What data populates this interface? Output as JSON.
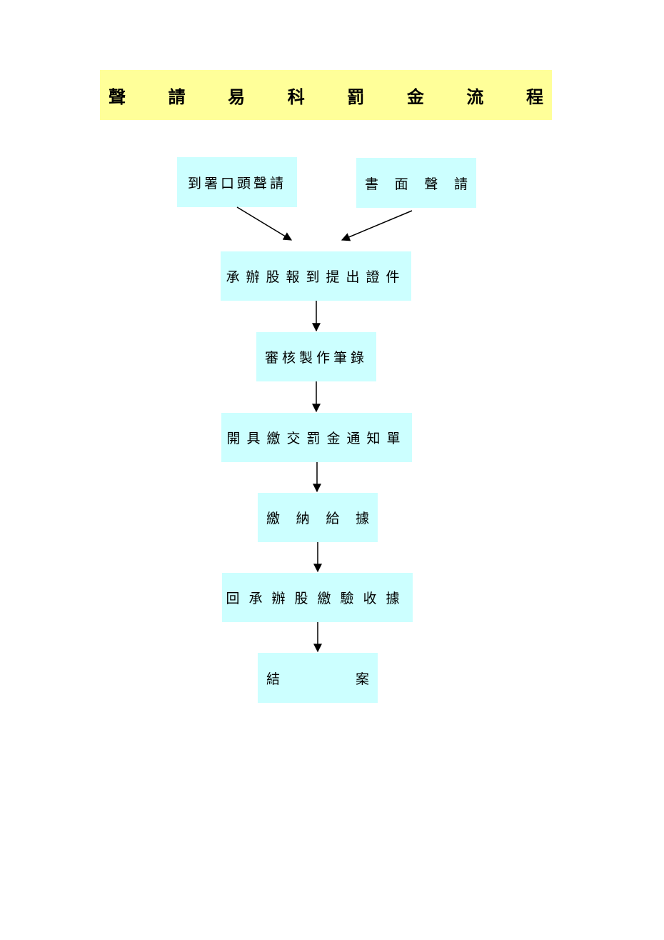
{
  "title": [
    "聲",
    "請",
    "易",
    "科",
    "罰",
    "金",
    "流",
    "程"
  ],
  "nodes": {
    "oral_request": "到署口頭聲請",
    "written_request": [
      "書",
      "面",
      "聲",
      "請"
    ],
    "report_documents": "承辦股報到提出證件",
    "review_record": "審核製作筆錄",
    "issue_notice": "開具繳交罰金通知單",
    "payment_receipt": [
      "繳",
      "納",
      "給",
      "據"
    ],
    "return_receipt": "回承辦股繳驗收據",
    "close_case": [
      "結",
      "案"
    ]
  }
}
